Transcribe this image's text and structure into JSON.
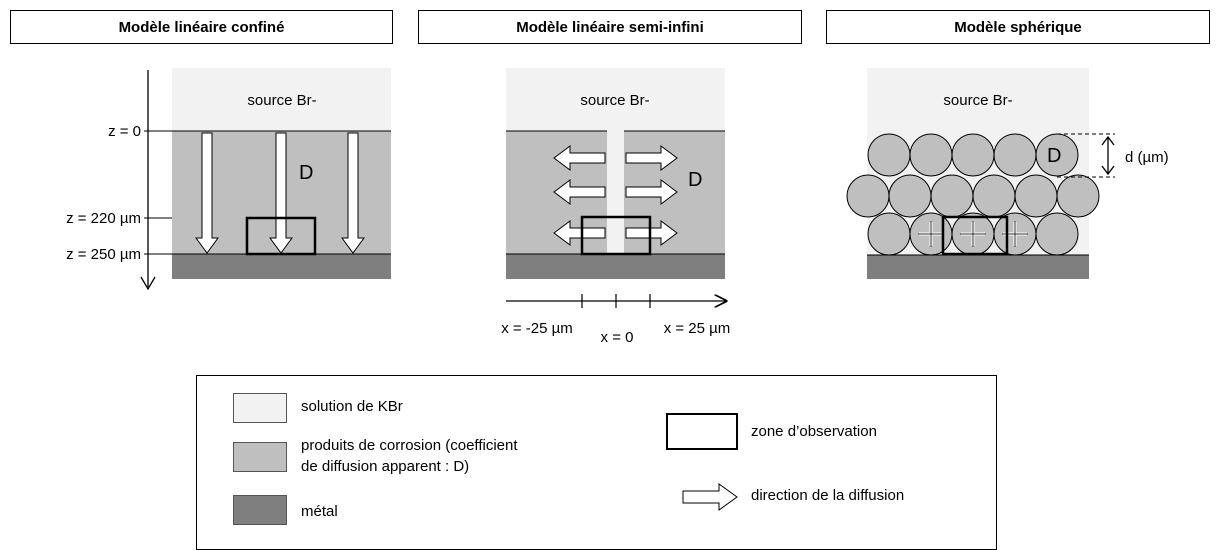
{
  "panels": {
    "confined": {
      "title": "Modèle linéaire confiné"
    },
    "semi_infinite": {
      "title": "Modèle linéaire semi-infini"
    },
    "spherical": {
      "title": "Modèle sphérique"
    }
  },
  "labels": {
    "source_left": "source Br-",
    "source_middle": "source Br-",
    "source_right": "source Br-",
    "z0": "z = 0",
    "z220": "z = 220 µm",
    "z250": "z = 250 µm",
    "D_left": "D",
    "D_middle": "D",
    "D_right": "D",
    "x_neg": "x = -25 µm",
    "x_zero": "x = 0",
    "x_pos": "x = 25 µm",
    "d_um": "d (µm)"
  },
  "legend": {
    "kbr": "solution de KBr",
    "corrosion_line1": "produits de corrosion (coefficient",
    "corrosion_line2": "de diffusion apparent : D)",
    "metal": "métal",
    "zone": "zone d’observation",
    "direction": "direction de la diffusion"
  },
  "colors": {
    "solution": "#f2f2f2",
    "corrosion": "#bfbfbf",
    "metal": "#7f7f7f"
  }
}
